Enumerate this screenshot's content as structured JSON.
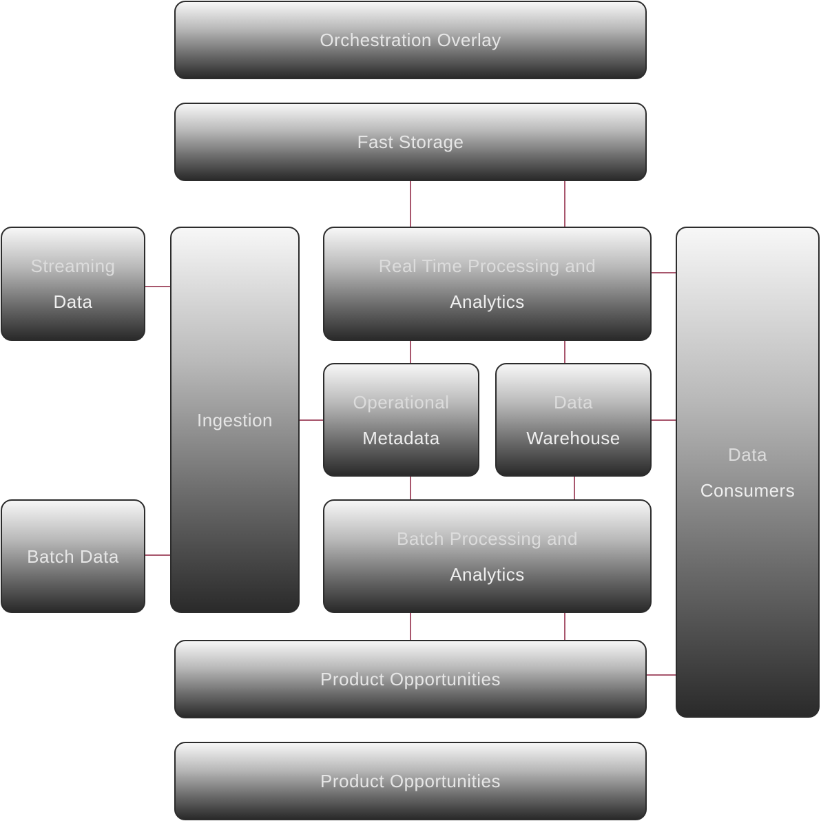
{
  "boxes": {
    "orchestration": "Orchestration Overlay",
    "fast_storage": "Fast Storage",
    "streaming": [
      "Streaming",
      "Data"
    ],
    "ingestion": "Ingestion",
    "realtime": [
      "Real Time Processing and",
      "Analytics"
    ],
    "operational": [
      "Operational",
      "Metadata"
    ],
    "warehouse": [
      "Data",
      "Warehouse"
    ],
    "consumers": [
      "Data",
      "Consumers"
    ],
    "batch_data": "Batch Data",
    "batch_processing": [
      "Batch Processing and",
      "Analytics"
    ],
    "product_opportunities_1": "Product Opportunities",
    "product_opportunities_2": "Product Opportunities"
  },
  "colors": {
    "connector": "#8a1e3c",
    "box_border": "#2c2c2c"
  }
}
